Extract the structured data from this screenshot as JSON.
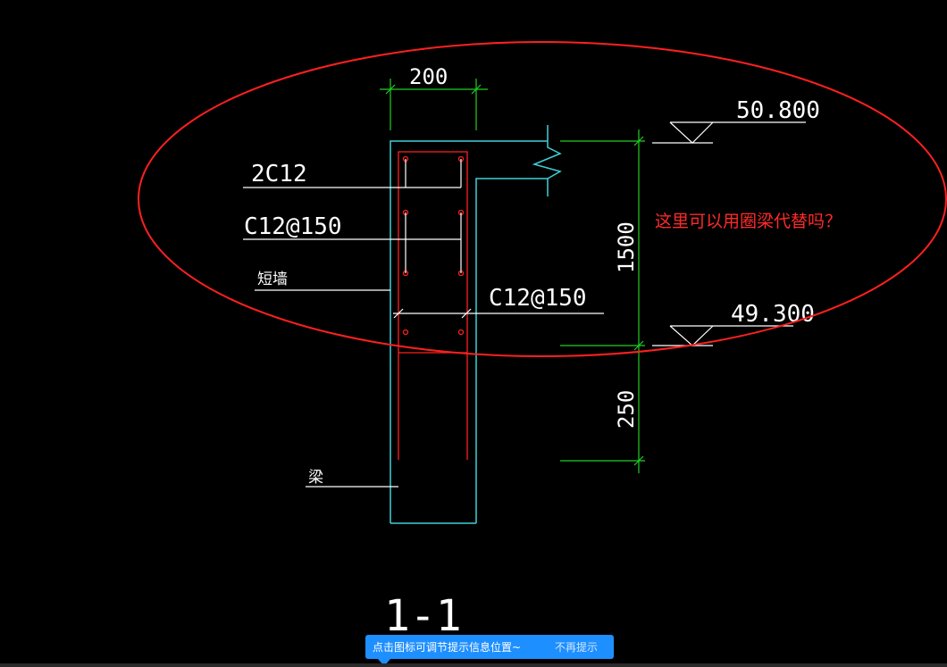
{
  "drawing": {
    "dimension_width": "200",
    "elevation_top": "50.800",
    "elevation_mid": "49.300",
    "label_2c12": "2C12",
    "label_c12_150_left": "C12@150",
    "label_c12_150_right": "C12@150",
    "label_short_wall": "短墙",
    "label_beam": "梁",
    "dimension_1500": "1500",
    "dimension_250": "250",
    "section_title": "1-1",
    "question_note": "这里可以用圈梁代替吗？"
  },
  "tip": {
    "message": "点击图标可调节提示信息位置~",
    "dismiss": "不再提示"
  },
  "colors": {
    "background": "#000000",
    "concrete_outline": "#3fd0d8",
    "rebar": "#ff2020",
    "dimension": "#20d020",
    "leader": "#ffffff",
    "annotation_ellipse": "#ff2020",
    "tip_bar": "#1e8fff"
  }
}
